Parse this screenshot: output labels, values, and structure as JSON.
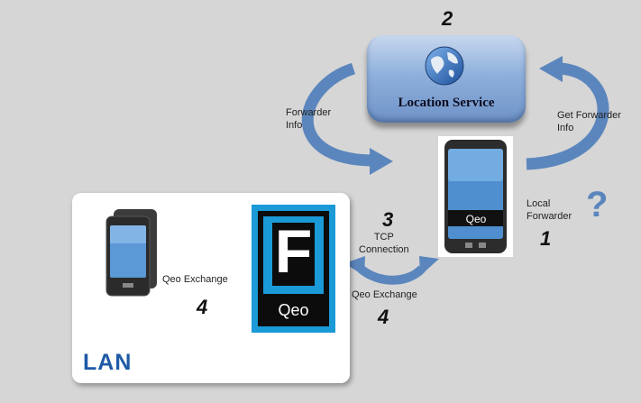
{
  "diagram": {
    "location_service": {
      "title": "Location Service"
    },
    "steps": {
      "step2": "2",
      "step1": "1",
      "step3": "3",
      "step4_tcp": "4",
      "step4_lan": "4"
    },
    "labels": {
      "forwarder_info_line1": "Forwarder",
      "forwarder_info_line2": "Info",
      "get_forwarder_line1": "Get Forwarder",
      "get_forwarder_line2": "Info",
      "local_forwarder_line1": "Local",
      "local_forwarder_line2": "Forwarder",
      "tcp_line1": "TCP",
      "tcp_line2": "Connection",
      "qeo_exchange_right": "Qeo Exchange",
      "qeo_exchange_left": "Qeo Exchange",
      "question_mark": "?"
    },
    "phone_right": {
      "screen_label": "Qeo"
    },
    "forwarder_app": {
      "letter": "F",
      "caption": "Qeo"
    },
    "lan": {
      "label": "LAN"
    },
    "colors": {
      "arrow_blue": "#5b86bd",
      "qeo_blue": "#1a9ad7",
      "lan_text": "#1f5aa6"
    }
  }
}
